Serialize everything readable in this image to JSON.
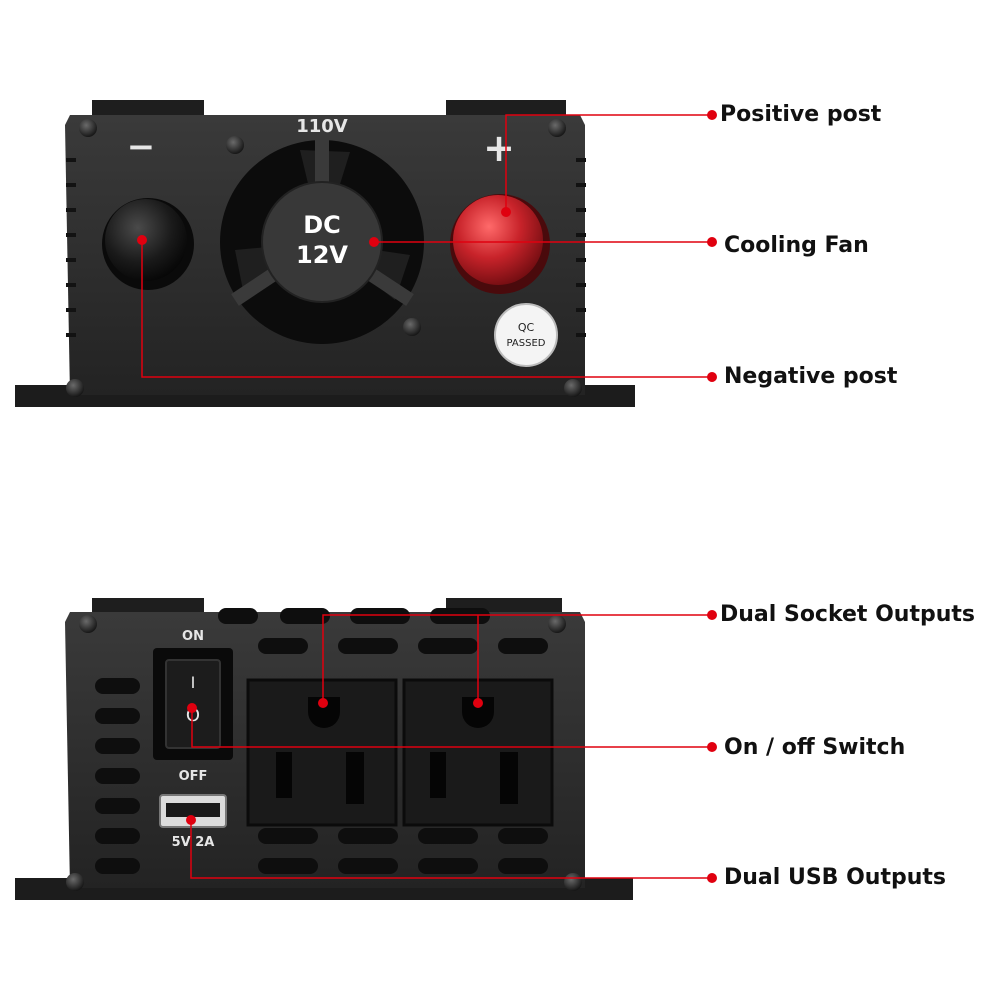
{
  "colors": {
    "background": "#ffffff",
    "housing": "#2b2b2b",
    "housing_dark": "#161616",
    "leader_line": "#e0000f",
    "marker_dot": "#e0000f",
    "positive_post": "#c8232a",
    "callout_text": "#111111"
  },
  "front_panel": {
    "voltage_label": "110V",
    "minus_symbol": "−",
    "plus_symbol": "+",
    "fan_hub_line1": "DC",
    "fan_hub_line2": "12V",
    "qc_sticker_line1": "QC",
    "qc_sticker_line2": "PASSED"
  },
  "back_panel": {
    "switch_on_label": "ON",
    "switch_off_label": "OFF",
    "switch_mark_on": "I",
    "switch_mark_off": "O",
    "usb_label": "5V  2A"
  },
  "callouts": {
    "positive_post": "Positive post",
    "cooling_fan": "Cooling Fan",
    "negative_post": "Negative post",
    "dual_socket_outputs": "Dual Socket Outputs",
    "on_off_switch": "On / off Switch",
    "dual_usb_outputs": "Dual USB Outputs"
  }
}
